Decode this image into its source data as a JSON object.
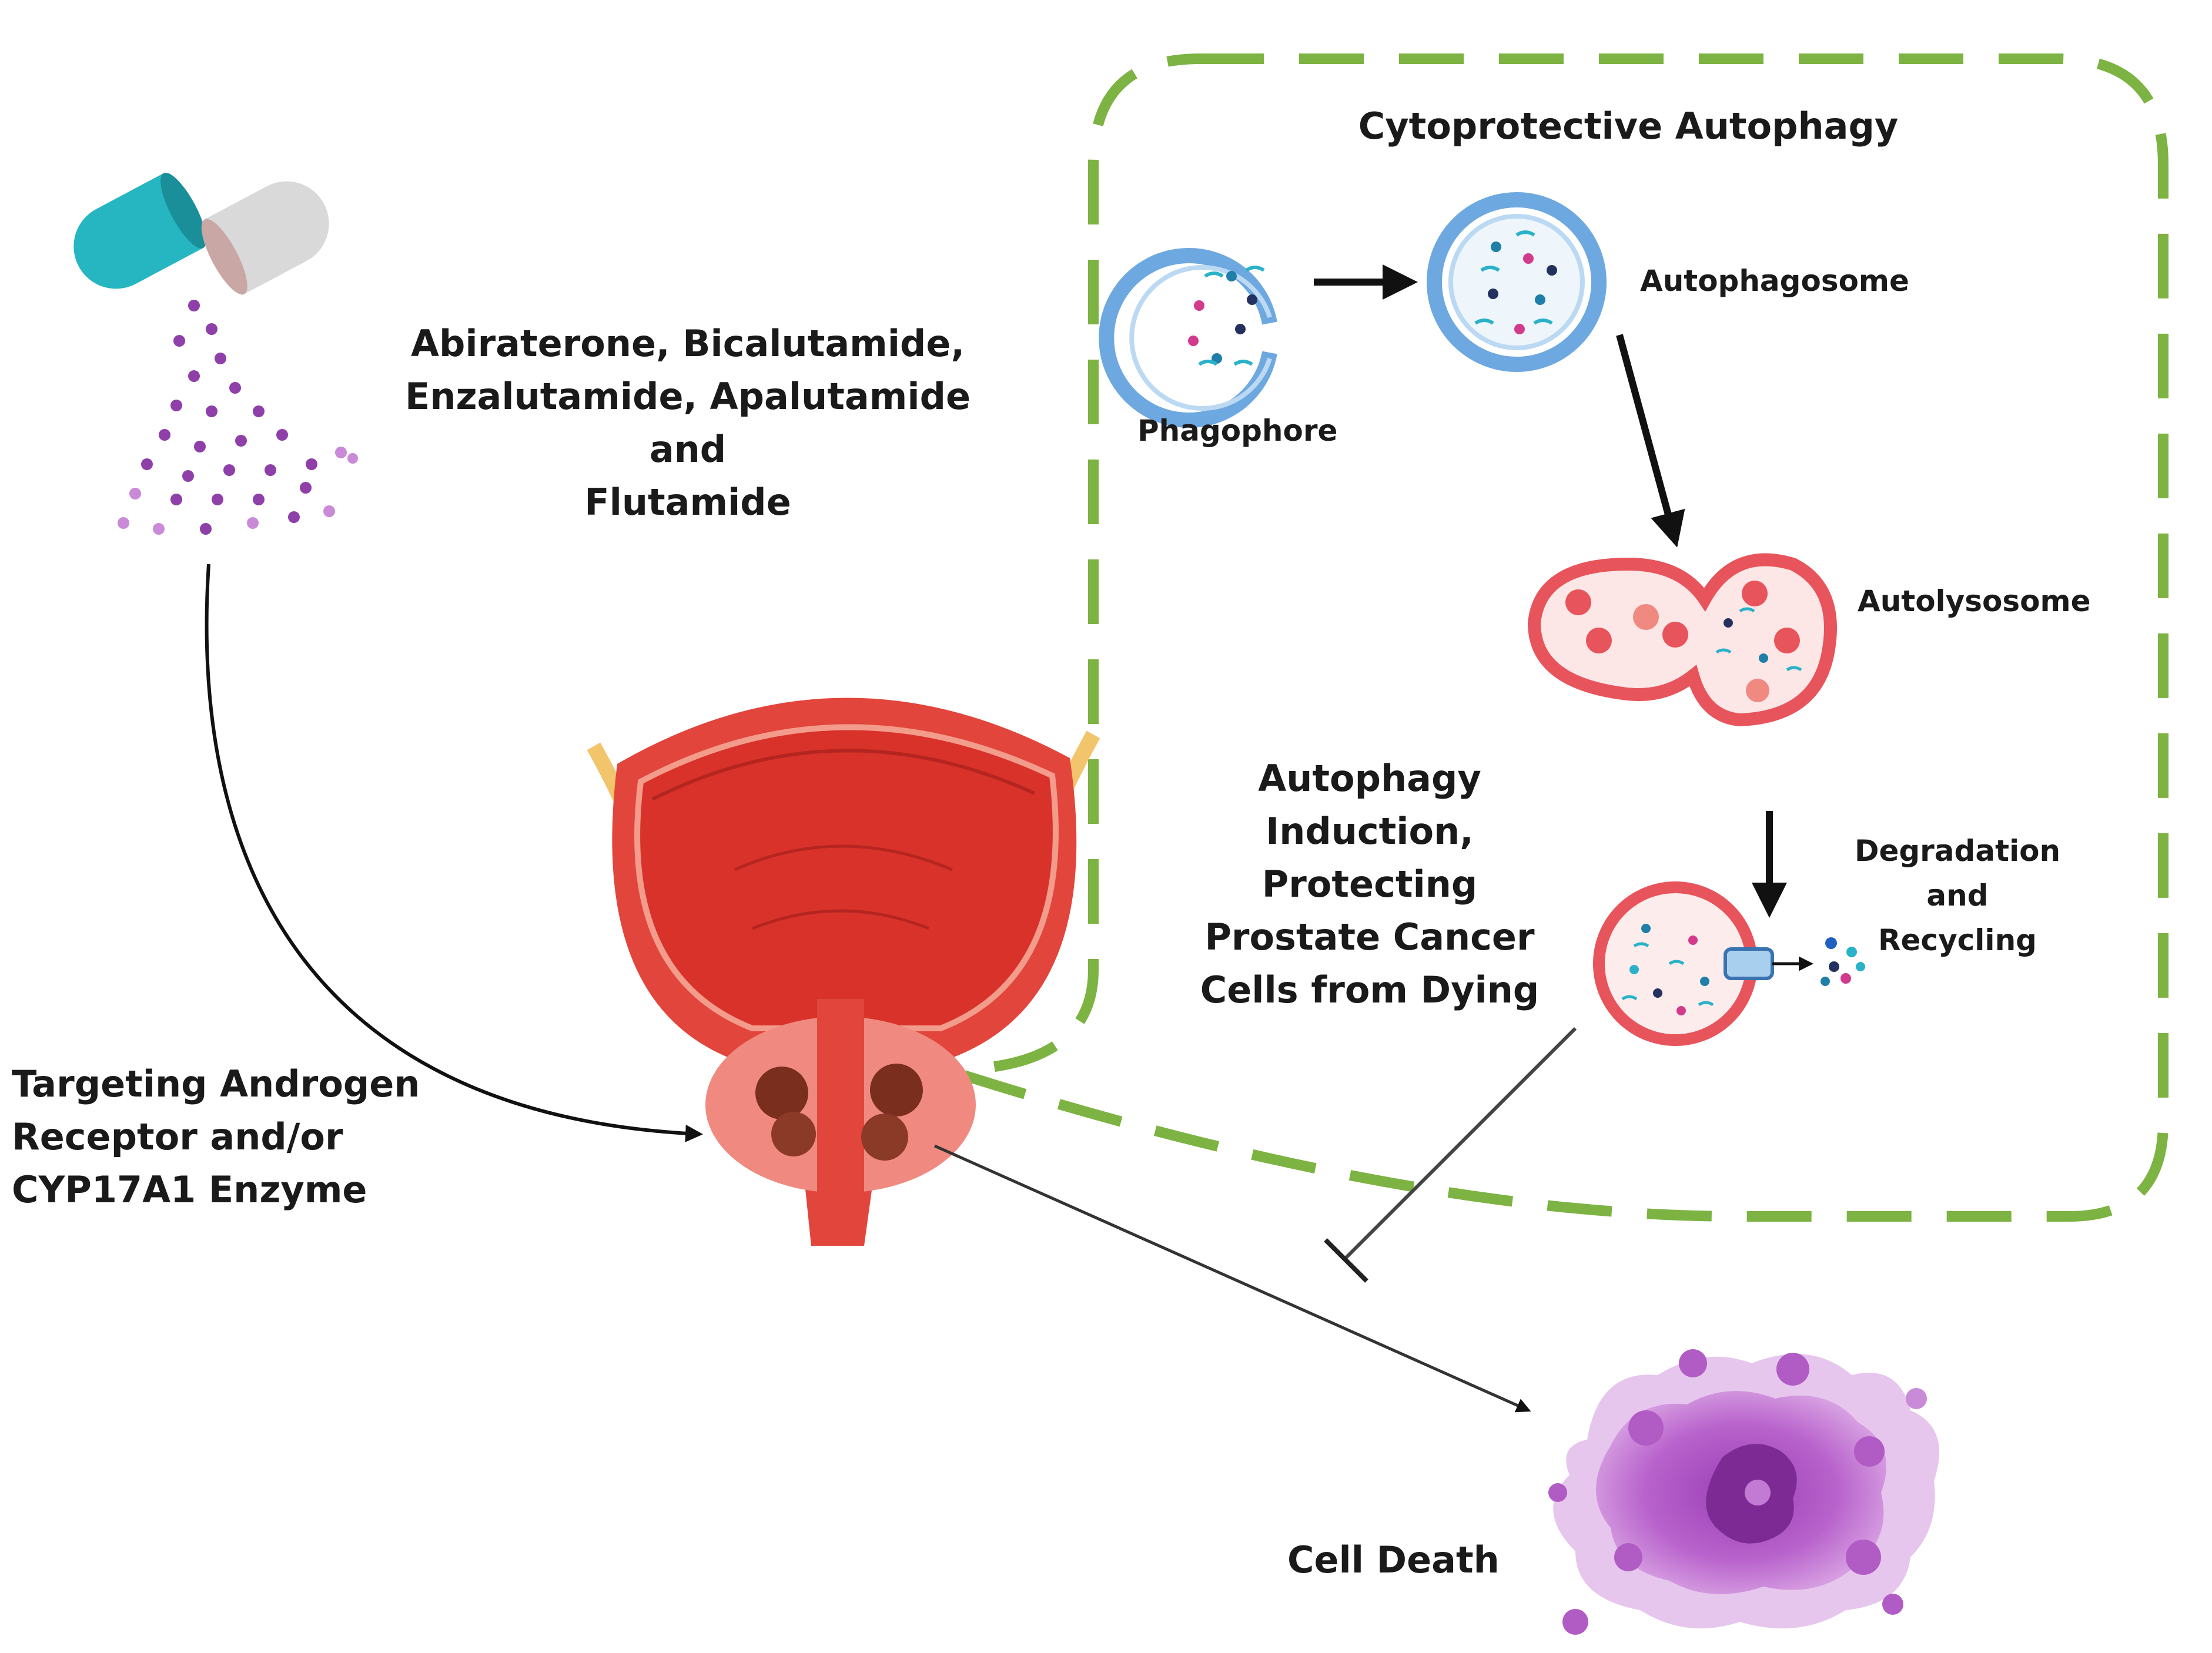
{
  "title": "Cytoprotective Autophagy",
  "drugs_label": "Abiraterone, Bicalutamide,\nEnzalutamide, Apalutamide and\nFlutamide",
  "targeting_label": "Targeting Androgen\nReceptor and/or\nCYP17A1 Enzyme",
  "stages": {
    "phagophore": "Phagophore",
    "autophagosome": "Autophagosome",
    "autolysosome": "Autolysosome",
    "degradation": "Degradation\nand\nRecycling"
  },
  "induction_label": "Autophagy\nInduction,\nProtecting\nProstate Cancer\nCells from Dying",
  "cell_death_label": "Cell Death",
  "colors": {
    "dashed_border": "#7cb342",
    "capsule_teal": "#26b6c2",
    "capsule_grey": "#d9d9d9",
    "powder": "#8e3fa8",
    "membrane_blue": "#6ea8e0",
    "lysosome_red": "#e8545b",
    "prostate_red": "#e2453b",
    "tumor_brown": "#7a2e1e",
    "dead_cell": "#b05cc4"
  }
}
